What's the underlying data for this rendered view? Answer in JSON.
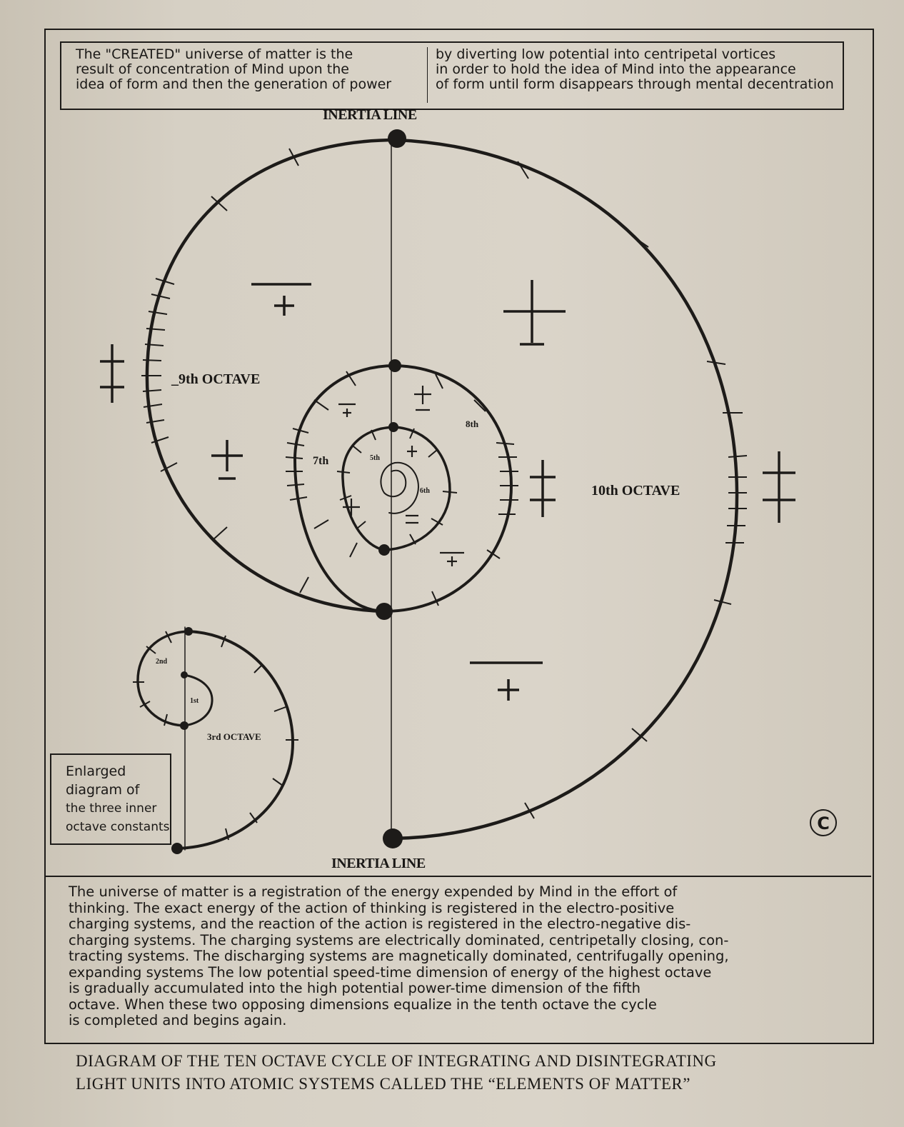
{
  "top_text": {
    "left_lines": [
      "The \"CREATED\" universe of matter is the",
      "result of concentration of Mind upon the",
      "idea of form and then the generation of power"
    ],
    "right_lines": [
      "by diverting low potential into centripetal vortices",
      "in order to hold the idea of Mind into the appearance",
      "of form until form disappears through mental decentration"
    ]
  },
  "labels": {
    "inertia_top": "INERTIA LINE",
    "inertia_bottom": "INERTIA LINE",
    "octave_9": "_9th OCTAVE",
    "octave_10": "10th OCTAVE",
    "octave_8": "8th",
    "octave_7": "7th",
    "octave_6": "6th",
    "octave_5": "5th",
    "octave_3": "3rd OCTAVE",
    "octave_2": "2nd",
    "octave_1": "1st"
  },
  "enlarged_box": [
    "Enlarged",
    "diagram of",
    "the three inner",
    "octave constants"
  ],
  "copyright_symbol": "C",
  "bottom_text": [
    "The universe of matter is a registration of the energy expended by Mind in the effort of",
    "thinking.  The exact energy of the action of thinking is registered in the electro-positive",
    "charging systems, and the reaction of the action is registered in the electro-negative dis-",
    "charging systems.  The charging systems are electrically dominated, centripetally closing, con-",
    "tracting systems.  The discharging systems are magnetically dominated, centrifugally opening,",
    "expanding systems  The low potential speed-time dimension of energy of the highest octave",
    "is gradually accumulated into the high potential power-time dimension of the fifth",
    "octave.  When these two opposing dimensions equalize in the tenth octave the cycle",
    "is completed and begins again."
  ],
  "caption": [
    "DIAGRAM OF THE TEN OCTAVE CYCLE OF INTEGRATING AND DISINTEGRATING",
    "LIGHT UNITS INTO ATOMIC SYSTEMS CALLED THE “ELEMENTS OF MATTER”"
  ]
}
